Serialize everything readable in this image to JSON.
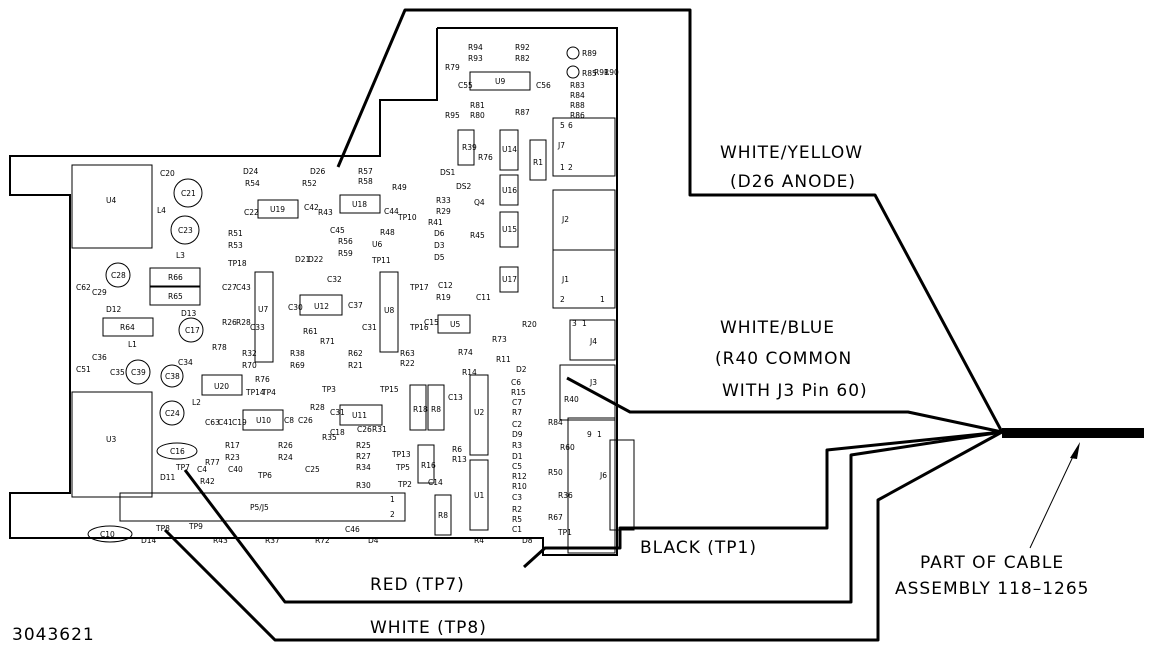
{
  "labels": {
    "white_yellow": "WHITE/YELLOW",
    "d26_anode": "(D26 ANODE)",
    "white_blue": "WHITE/BLUE",
    "r40_common": "(R40 COMMON",
    "with_j3": "WITH J3 Pin 60)",
    "black": "BLACK (TP1)",
    "red": "RED (TP7)",
    "white": "WHITE (TP8)",
    "part_of_cable": "PART OF CABLE",
    "assembly": "ASSEMBLY 118–1265",
    "drawing_number": "3043621"
  },
  "components": {
    "r94": "R94",
    "r93": "R93",
    "r92": "R92",
    "r82": "R82",
    "r89": "R89",
    "r85": "R85",
    "r79": "R79",
    "c55": "C55",
    "u9": "U9",
    "c56": "C56",
    "r91": "R91",
    "r90": "R90",
    "r83": "R83",
    "r84": "R84",
    "r81": "R81",
    "r80": "R80",
    "r87": "R87",
    "r88": "R88",
    "r86": "R86",
    "r95": "R95",
    "r39": "R39",
    "r76": "R76",
    "u14": "U14",
    "r1": "R1",
    "j7": "J7",
    "c20": "C20",
    "d24": "D24",
    "r54": "R54",
    "d26": "D26",
    "r52": "R52",
    "r57": "R57",
    "r58": "R58",
    "r49": "R49",
    "ds1": "DS1",
    "ds2": "DS2",
    "q4": "Q4",
    "u16": "U16",
    "u4": "U4",
    "c21": "C21",
    "l4": "L4",
    "c22": "C22",
    "u19": "U19",
    "c42": "C42",
    "r43": "R43",
    "u18": "U18",
    "c44": "C44",
    "tp10": "TP10",
    "r33": "R33",
    "r29": "R29",
    "r41": "R41",
    "j2": "J2",
    "c23": "C23",
    "r51": "R51",
    "r53": "R53",
    "d21": "D21",
    "d22": "D22",
    "c45": "C45",
    "r56": "R56",
    "r59": "R59",
    "r48": "R48",
    "u6": "U6",
    "d6": "D6",
    "d3": "D3",
    "d5": "D5",
    "r45": "R45",
    "u15": "U15",
    "l3": "L3",
    "tp18": "TP18",
    "tp11": "TP11",
    "j1": "J1",
    "c62": "C62",
    "c28": "C28",
    "r66": "R66",
    "c29": "C29",
    "r65": "R65",
    "c27": "C27",
    "c43": "C43",
    "u7": "U7",
    "c32": "C32",
    "c30": "C30",
    "u12": "U12",
    "c37": "C37",
    "c31": "C31",
    "u8": "U8",
    "tp17": "TP17",
    "c12": "C12",
    "r19": "R19",
    "c11": "C11",
    "u17": "U17",
    "d12": "D12",
    "d13": "D13",
    "r64": "R64",
    "c17": "C17",
    "r26": "R26",
    "r28": "R28",
    "c33": "C33",
    "r61": "R61",
    "tp16": "TP16",
    "c15": "C15",
    "u5": "U5",
    "r20": "R20",
    "l1": "L1",
    "r71": "R71",
    "r73": "R73",
    "j4": "J4",
    "c36": "C36",
    "c51": "C51",
    "r78": "R78",
    "c34": "C34",
    "r32": "R32",
    "r70": "R70",
    "r38": "R38",
    "r69": "R69",
    "r62": "R62",
    "r21": "R21",
    "r63": "R63",
    "r22": "R22",
    "r74": "R74",
    "c35": "C35",
    "c39": "C39",
    "c38": "C38",
    "r76b": "R76",
    "r11": "R11",
    "d2": "D2",
    "j3": "J3",
    "u20": "U20",
    "tp14": "TP14",
    "tp4": "TP4",
    "tp3": "TP3",
    "tp15": "TP15",
    "r14": "R14",
    "c6": "C6",
    "r15": "R15",
    "r40": "R40",
    "u3": "U3",
    "c24": "C24",
    "l2": "L2",
    "c63": "C63",
    "c41": "C41",
    "c19": "C19",
    "u10": "U10",
    "c8": "C8",
    "c26": "C26",
    "u11": "U11",
    "c31b": "C31",
    "r18": "R18",
    "r8": "R8",
    "c13": "C13",
    "c7": "C7",
    "r7": "R7",
    "c2": "C2",
    "d9": "D9",
    "u2": "U2",
    "r84b": "R84",
    "r35": "R35",
    "c18": "C18",
    "c26b": "C26",
    "r31": "R31",
    "c16": "C16",
    "r17": "R17",
    "r23": "R23",
    "r77": "R77",
    "r24": "R24",
    "r25": "R25",
    "r27": "R27",
    "r34": "R34",
    "r6": "R6",
    "r13": "R13",
    "r3": "R3",
    "d1": "D1",
    "r60": "R60",
    "tp7": "TP7",
    "c4": "C4",
    "c40": "C40",
    "tp6": "TP6",
    "c25": "C25",
    "tp13": "TP13",
    "tp5": "TP5",
    "r16": "R16",
    "c5": "C5",
    "r12": "R12",
    "r10": "R10",
    "r50": "R50",
    "j6": "J6",
    "d11": "D11",
    "r42": "R42",
    "r30": "R30",
    "tp2": "TP2",
    "c14": "C14",
    "c3": "C3",
    "r36": "R36",
    "p5j5": "P5/J5",
    "u1": "U1",
    "r8b": "R8",
    "r2": "R2",
    "r5": "R5",
    "r67": "R67",
    "c10": "C10",
    "tp8": "TP8",
    "tp9": "TP9",
    "c46": "C46",
    "c1": "C1",
    "d14": "D14",
    "r43b": "R43",
    "r37": "R37",
    "r72": "R72",
    "d4": "D4",
    "r4": "R4",
    "d8": "D8",
    "tp1": "TP1",
    "pin1": "1",
    "pin2": "2",
    "pin5": "5",
    "pin6": "6",
    "pin3": "3",
    "pin1b": "1",
    "pin2b": "2",
    "pin1c": "1",
    "pin2c": "2",
    "pin9": "9",
    "pin1d": "1",
    "pin1e": "1",
    "pin2e": "2"
  }
}
